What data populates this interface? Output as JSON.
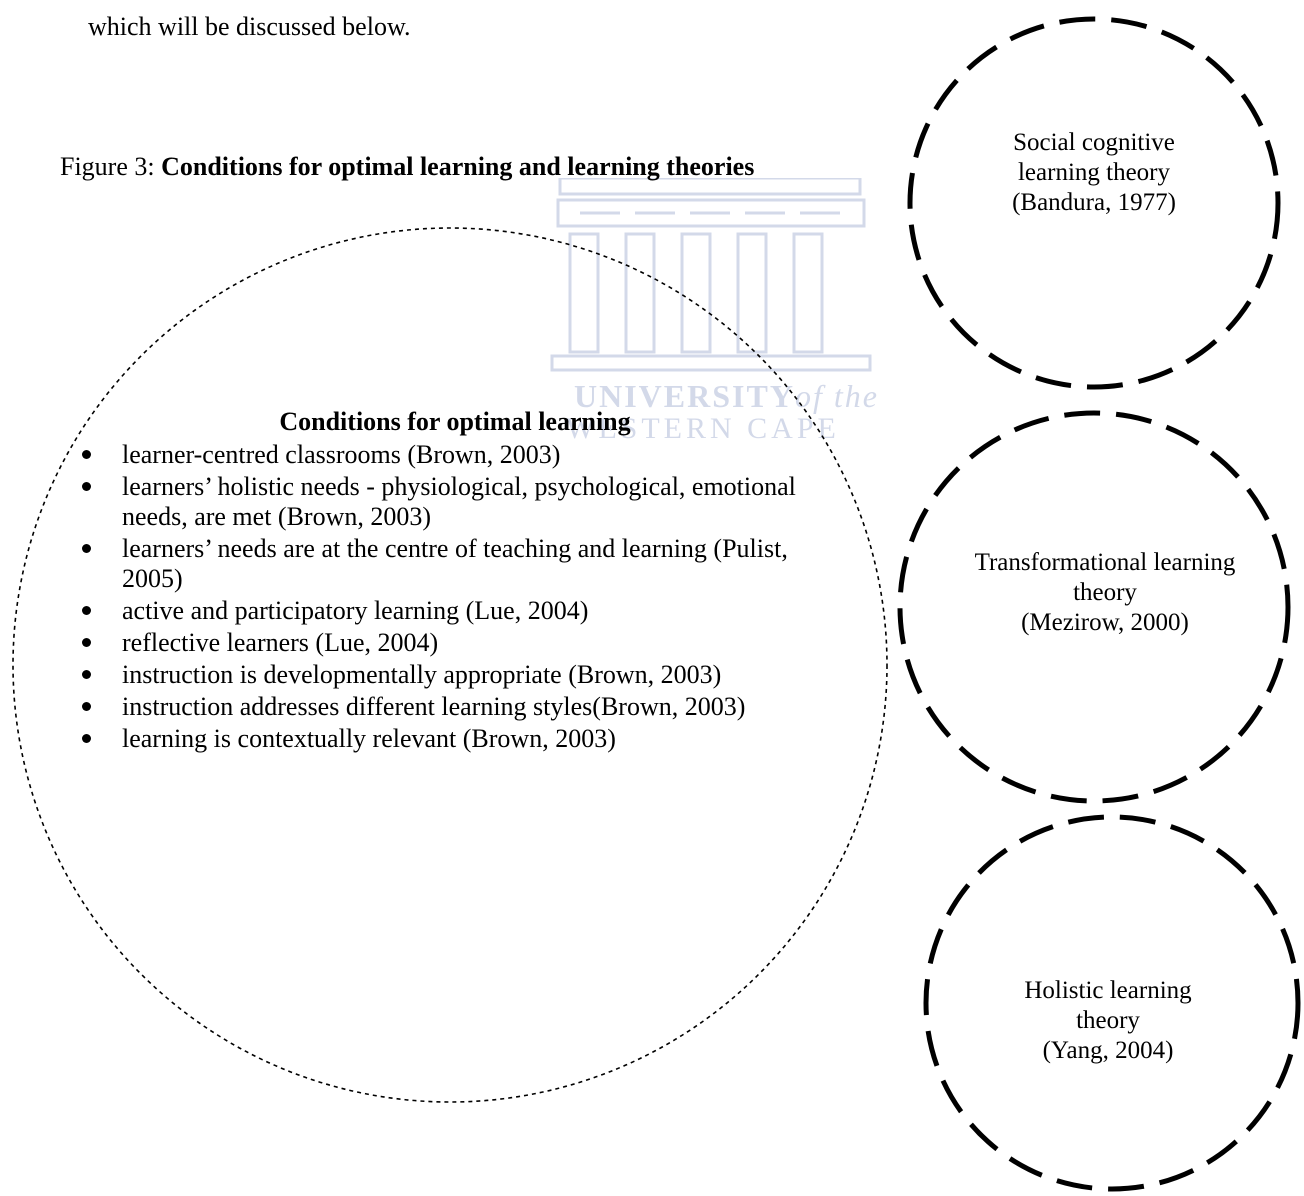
{
  "intro": {
    "text": "which will be discussed below."
  },
  "figure": {
    "caption_prefix": "Figure 3: ",
    "caption_title": "Conditions for optimal learning and learning theories"
  },
  "watermark": {
    "line1": "UNIVERSITY",
    "line1_suffix": "of the",
    "line2": "WESTERN CAPE"
  },
  "conditions": {
    "heading": "Conditions for optimal learning",
    "items": [
      "learner-centred classrooms (Brown, 2003)",
      "learners’ holistic needs - physiological, psychological, emotional needs, are met (Brown, 2003)",
      "learners’ needs are at the centre of teaching and learning (Pulist, 2005)",
      "active and participatory learning (Lue, 2004)",
      "reflective learners (Lue, 2004)",
      "instruction is developmentally appropriate (Brown, 2003)",
      "instruction addresses different learning styles(Brown, 2003)",
      "learning is contextually relevant  (Brown, 2003)"
    ]
  },
  "theories": [
    {
      "lines": [
        "Social cognitive",
        "learning theory",
        "(Bandura, 1977)"
      ]
    },
    {
      "lines": [
        "Transformational learning",
        "theory",
        "(Mezirow, 2000)"
      ]
    },
    {
      "lines": [
        "Holistic learning",
        "theory",
        "(Yang, 2004)"
      ]
    }
  ],
  "colors": {
    "text": "#000000",
    "watermark": "#d3d9e9"
  }
}
